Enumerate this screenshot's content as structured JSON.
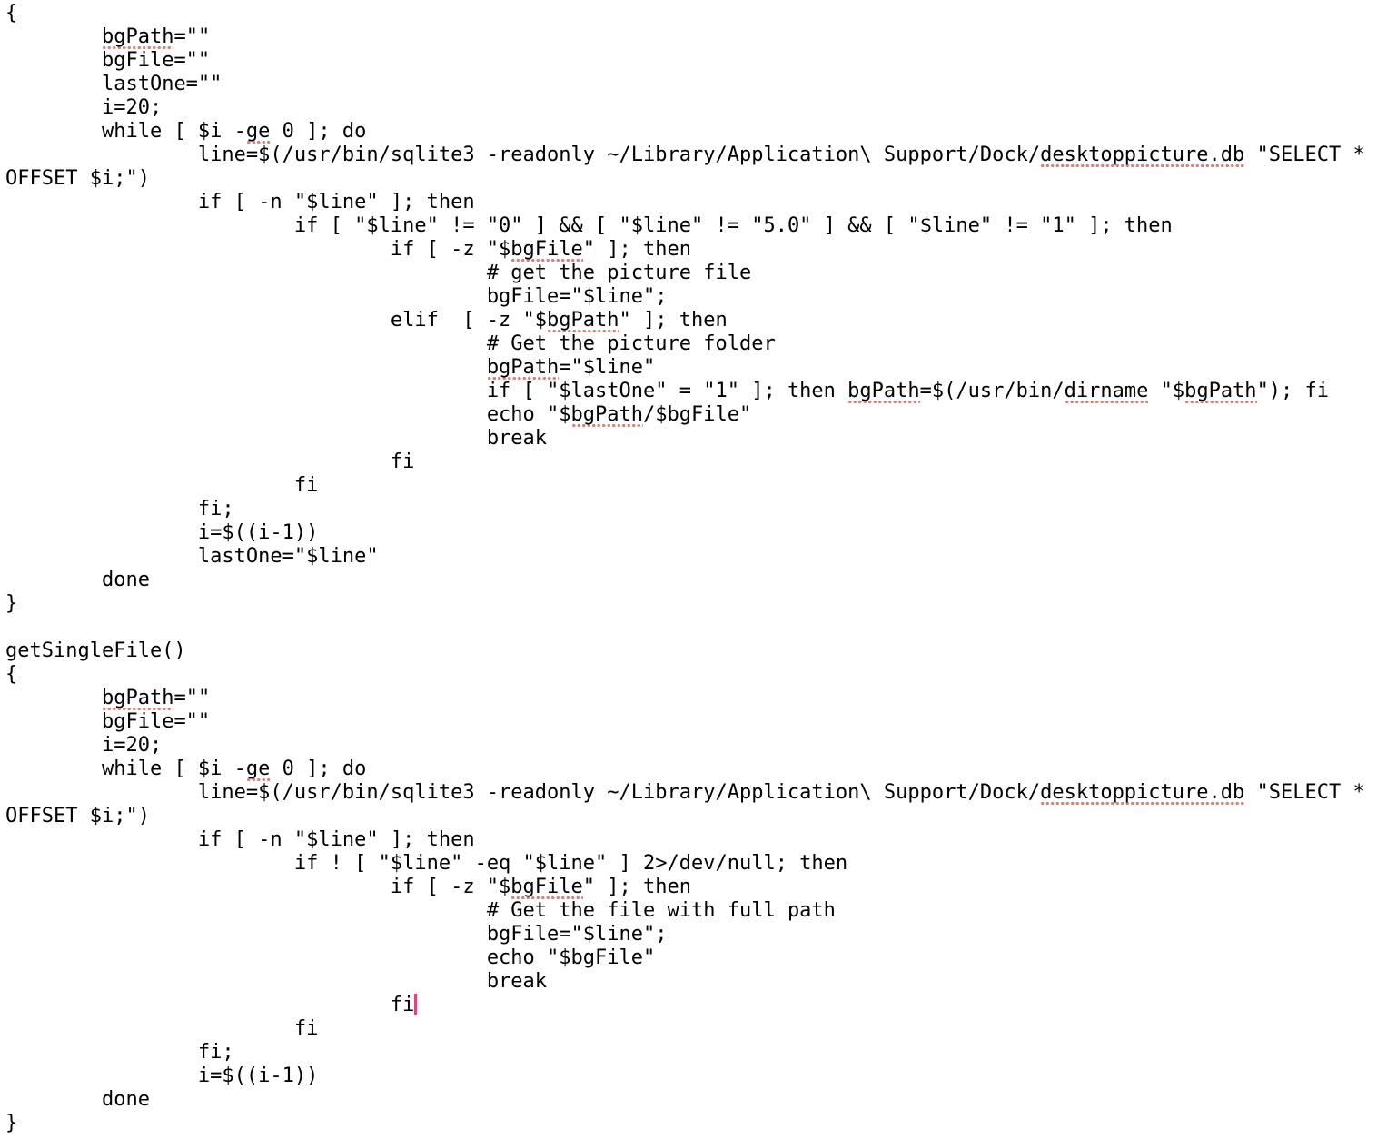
{
  "editor": {
    "cursor_color": "#e0457b",
    "spell_error_color": "#f07a6e",
    "lines": [
      {
        "segs": [
          "{"
        ]
      },
      {
        "segs": [
          "\t",
          {
            "sp": "bgPath"
          },
          "=\"\""
        ]
      },
      {
        "segs": [
          "\tbgFile=\"\""
        ]
      },
      {
        "segs": [
          "\tlastOne=\"\""
        ]
      },
      {
        "segs": [
          "\ti=20;"
        ]
      },
      {
        "segs": [
          "\twhile [ $i -",
          {
            "sp": "ge"
          },
          " 0 ]; do"
        ]
      },
      {
        "segs": [
          "\t\tline=$(/usr/bin/sqlite3 -readonly ~/Library/Application\\ Support/Dock/",
          {
            "sp": "desktoppicture.db"
          },
          " \"SELECT *"
        ]
      },
      {
        "segs": [
          "OFFSET $i;\")"
        ]
      },
      {
        "segs": [
          "\t\tif [ -n \"$line\" ]; then"
        ]
      },
      {
        "segs": [
          "\t\t\tif [ \"$line\" != \"0\" ] && [ \"$line\" != \"5.0\" ] && [ \"$line\" != \"1\" ]; then"
        ]
      },
      {
        "segs": [
          "\t\t\t\tif [ -z \"$",
          {
            "sp": "bgFile"
          },
          "\" ]; then"
        ]
      },
      {
        "segs": [
          "\t\t\t\t\t# get the picture file"
        ]
      },
      {
        "segs": [
          "\t\t\t\t\tbgFile=\"$line\";"
        ]
      },
      {
        "segs": [
          "\t\t\t\telif  [ -z \"$",
          {
            "sp": "bgPath"
          },
          "\" ]; then"
        ]
      },
      {
        "segs": [
          "\t\t\t\t\t# Get the picture folder"
        ]
      },
      {
        "segs": [
          "\t\t\t\t\t",
          {
            "sp": "bgPath"
          },
          "=\"$line\""
        ]
      },
      {
        "segs": [
          "\t\t\t\t\tif [ \"$lastOne\" = \"1\" ]; then ",
          {
            "sp": "bgPath"
          },
          "=$(/usr/bin/",
          {
            "sp": "dirname"
          },
          " \"$",
          {
            "sp": "bgPath"
          },
          "\"); fi"
        ]
      },
      {
        "segs": [
          "\t\t\t\t\techo \"$",
          {
            "sp": "bgPath"
          },
          "/$bgFile\""
        ]
      },
      {
        "segs": [
          "\t\t\t\t\tbreak"
        ]
      },
      {
        "segs": [
          "\t\t\t\tfi"
        ]
      },
      {
        "segs": [
          "\t\t\tfi"
        ]
      },
      {
        "segs": [
          "\t\tfi;"
        ]
      },
      {
        "segs": [
          "\t\ti=$((i-1))"
        ]
      },
      {
        "segs": [
          "\t\tlastOne=\"$line\""
        ]
      },
      {
        "segs": [
          "\tdone"
        ]
      },
      {
        "segs": [
          "}"
        ]
      },
      {
        "segs": [
          ""
        ]
      },
      {
        "segs": [
          "getSingleFile()"
        ]
      },
      {
        "segs": [
          "{"
        ]
      },
      {
        "segs": [
          "\t",
          {
            "sp": "bgPath"
          },
          "=\"\""
        ]
      },
      {
        "segs": [
          "\tbgFile=\"\""
        ]
      },
      {
        "segs": [
          "\ti=20;"
        ]
      },
      {
        "segs": [
          "\twhile [ $i -",
          {
            "sp": "ge"
          },
          " 0 ]; do"
        ]
      },
      {
        "segs": [
          "\t\tline=$(/usr/bin/sqlite3 -readonly ~/Library/Application\\ Support/Dock/",
          {
            "sp": "desktoppicture.db"
          },
          " \"SELECT *"
        ]
      },
      {
        "segs": [
          "OFFSET $i;\")"
        ]
      },
      {
        "segs": [
          "\t\tif [ -n \"$line\" ]; then"
        ]
      },
      {
        "segs": [
          "\t\t\tif ! [ \"$line\" -eq \"$line\" ] 2>/dev/null; then"
        ]
      },
      {
        "segs": [
          "\t\t\t\tif [ -z \"$",
          {
            "sp": "bgFile"
          },
          "\" ]; then"
        ]
      },
      {
        "segs": [
          "\t\t\t\t\t# Get the file with full path"
        ]
      },
      {
        "segs": [
          "\t\t\t\t\tbgFile=\"$line\";"
        ]
      },
      {
        "segs": [
          "\t\t\t\t\techo \"$bgFile\""
        ]
      },
      {
        "segs": [
          "\t\t\t\t\tbreak"
        ]
      },
      {
        "segs": [
          "\t\t\t\tfi"
        ],
        "cursor": true
      },
      {
        "segs": [
          "\t\t\tfi"
        ]
      },
      {
        "segs": [
          "\t\tfi;"
        ]
      },
      {
        "segs": [
          "\t\ti=$((i-1))"
        ]
      },
      {
        "segs": [
          "\tdone"
        ]
      },
      {
        "segs": [
          "}"
        ]
      }
    ]
  }
}
